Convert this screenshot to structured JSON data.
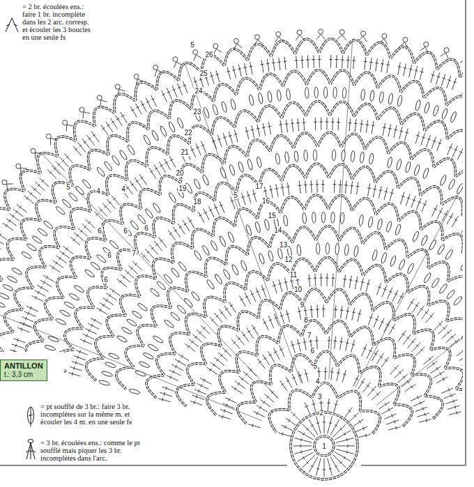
{
  "diagram": {
    "nodes": [
      {
        "text": [
          "ANTILLON",
          "t.: 3,3 cm"
        ]
      }
    ],
    "labels": [
      "1",
      "2",
      "3",
      "4",
      "5",
      "6",
      "7",
      "8",
      "9",
      "10",
      "11",
      "12",
      "13",
      "14",
      "15",
      "16",
      "17",
      "18",
      "19",
      "20",
      "21",
      "22",
      "23",
      "24",
      "25",
      "26",
      "5",
      "5",
      "4",
      "4",
      "5",
      "6",
      "6",
      "6",
      "6",
      "7",
      "6"
    ],
    "legend": [
      {
        "text": "= 2 br. écoulées ens.: faire 1 br. incomplète dans les 2 arc. corresp. et écouler les 3 boucles en une seule fs"
      },
      {
        "text": "= pt soufflé de 3 br.: faire 3 br. incomplètes sur la même m. et écouler les 4 m. en une seule fs"
      },
      {
        "text": "= 3 br. écoulées ens.: comme le pt soufflé mais piquer les 3 br. incomplètes dans l'arc."
      }
    ]
  }
}
